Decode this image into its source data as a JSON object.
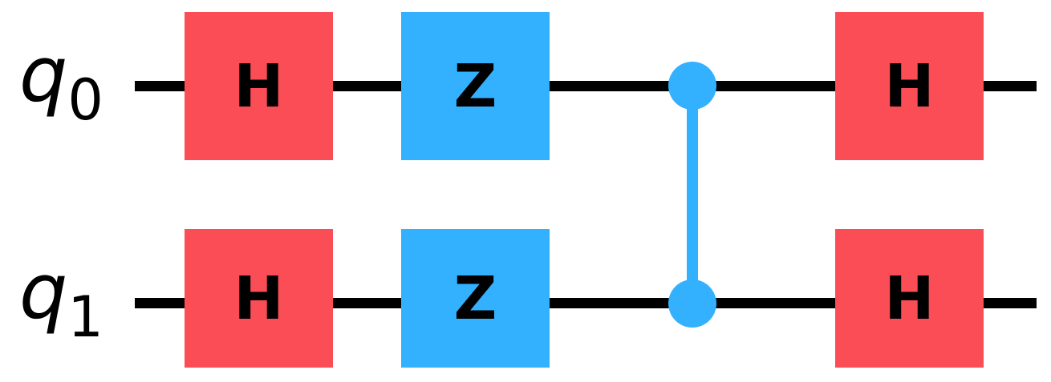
{
  "diagram": {
    "type": "quantum-circuit",
    "style": "qiskit-iqx",
    "background": "#ffffff",
    "colors": {
      "hadamard_gate": "#FA4D56",
      "phase_gate": "#33B1FF",
      "cz_connector": "#33B1FF",
      "wire": "#000000",
      "gate_text": "#000000",
      "label_text": "#000000"
    },
    "qubits": [
      {
        "name": "q0",
        "base": "q",
        "sub": "0"
      },
      {
        "name": "q1",
        "base": "q",
        "sub": "1"
      }
    ],
    "gates": [
      {
        "label": "H",
        "type": "hadamard",
        "qubit": 0,
        "column": 1,
        "color": "#FA4D56"
      },
      {
        "label": "Z",
        "type": "pauli-z",
        "qubit": 0,
        "column": 2,
        "color": "#33B1FF"
      },
      {
        "label": "H",
        "type": "hadamard",
        "qubit": 0,
        "column": 4,
        "color": "#FA4D56"
      },
      {
        "label": "H",
        "type": "hadamard",
        "qubit": 1,
        "column": 1,
        "color": "#FA4D56"
      },
      {
        "label": "Z",
        "type": "pauli-z",
        "qubit": 1,
        "column": 2,
        "color": "#33B1FF"
      },
      {
        "label": "H",
        "type": "hadamard",
        "qubit": 1,
        "column": 4,
        "color": "#FA4D56"
      }
    ],
    "connections": [
      {
        "type": "cz",
        "column": 3,
        "from_qubit": 0,
        "to_qubit": 1,
        "color": "#33B1FF"
      }
    ]
  }
}
